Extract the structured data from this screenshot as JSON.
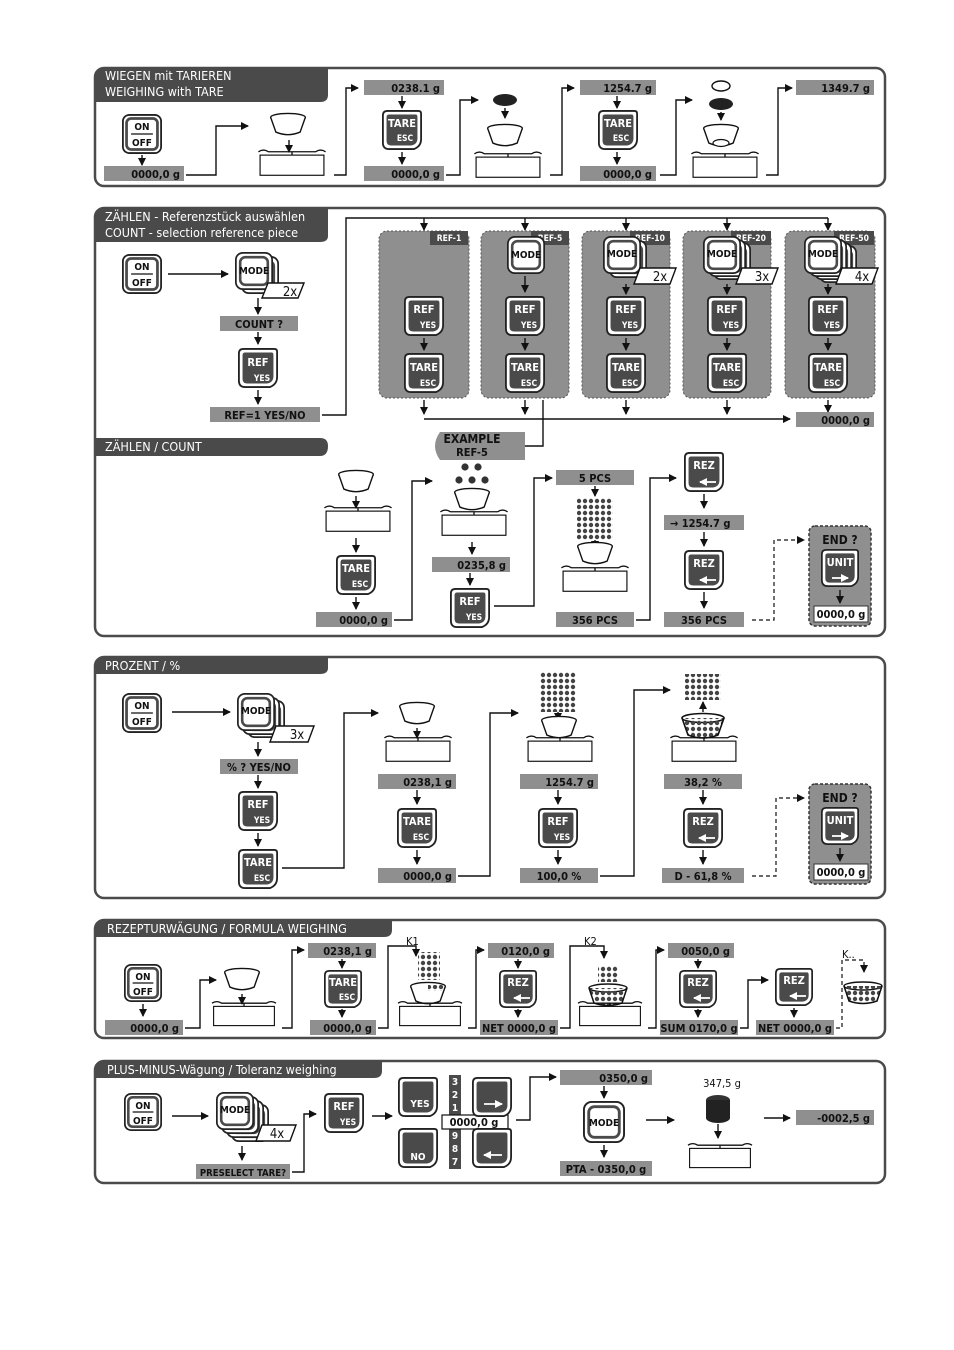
{
  "sections": {
    "weighing": {
      "title_de": "WIEGEN mit TARIEREN",
      "title_en": "WEIGHING with TARE"
    },
    "count_select": {
      "title_de": "ZÄHLEN - Referenzstück auswählen",
      "title_en": "COUNT   - selection reference piece"
    },
    "count": {
      "title": "ZÄHLEN / COUNT"
    },
    "percent": {
      "title": "PROZENT  /  %"
    },
    "formula": {
      "title": "REZEPTURWÄGUNG  /  FORMULA WEIGHING"
    },
    "plusminus": {
      "title": "PLUS-MINUS-Wägung  /  Toleranz weighing"
    }
  },
  "keys": {
    "on": "ON",
    "off": "OFF",
    "mode": "MODE",
    "tare": "TARE",
    "esc": "ESC",
    "ref": "REF",
    "yes": "YES",
    "no": "NO",
    "rez": "REZ",
    "unit": "UNIT"
  },
  "multipliers": {
    "x2": "2x",
    "x3": "3x",
    "x4": "4x"
  },
  "weighing": {
    "d_zero": "0000,0 g",
    "d_0238": "0238.1 g",
    "d_1254": "1254.7 g",
    "d_1349": "1349.7 g"
  },
  "count_select": {
    "count_q": "COUNT ?",
    "ref_prompt": "REF=1    YES/NO",
    "result": "0000,0 g",
    "ref_badges": [
      "REF-1",
      "REF-5",
      "REF-10",
      "REF-20",
      "REF-50"
    ]
  },
  "count": {
    "example_line1": "EXAMPLE",
    "example_line2": "REF-5",
    "d_zero": "0000,0 g",
    "d_0235": "0235,8 g",
    "pcs5": "5 PCS",
    "pcs356a": "356 PCS",
    "pcs356b": "356 PCS",
    "arrow_1254": "→  1254.7 g",
    "end_q": "END ?",
    "end_disp": "0000,0 g"
  },
  "percent": {
    "prompt": "% ?   YES/NO",
    "d_0238": "0238,1 g",
    "d_zero": "0000,0 g",
    "d_1254": "1254.7 g",
    "d_100": "100,0 %",
    "d_382": "38,2 %",
    "d_diff": "D  - 61,8 %",
    "end_q": "END ?",
    "end_disp": "0000,0 g"
  },
  "formula": {
    "d_zero1": "0000,0 g",
    "d_0238": "0238,1 g",
    "d_zero2": "0000,0 g",
    "k1": "K1",
    "d_0120": "0120,0 g",
    "net1": "NET 0000,0 g",
    "k2": "K2",
    "d_0050": "0050,0 g",
    "sum": "SUM 0170,0 g",
    "net2": "NET 0000,0 g",
    "kdots": "K.."
  },
  "plusminus": {
    "preselect": "PRESELECT TARE?",
    "digits_top": [
      "3",
      "2",
      "1"
    ],
    "digits_bottom": [
      "9",
      "8",
      "7"
    ],
    "digits_value": "0000,0 g",
    "d_0350": "0350,0 g",
    "pta": "PTA  - 0350,0 g",
    "weight_label": "347,5 g",
    "result": "-0002,5 g"
  },
  "colors": {
    "dark": "#4a4a4a",
    "display": "#8f8f8f",
    "line": "#111111"
  }
}
